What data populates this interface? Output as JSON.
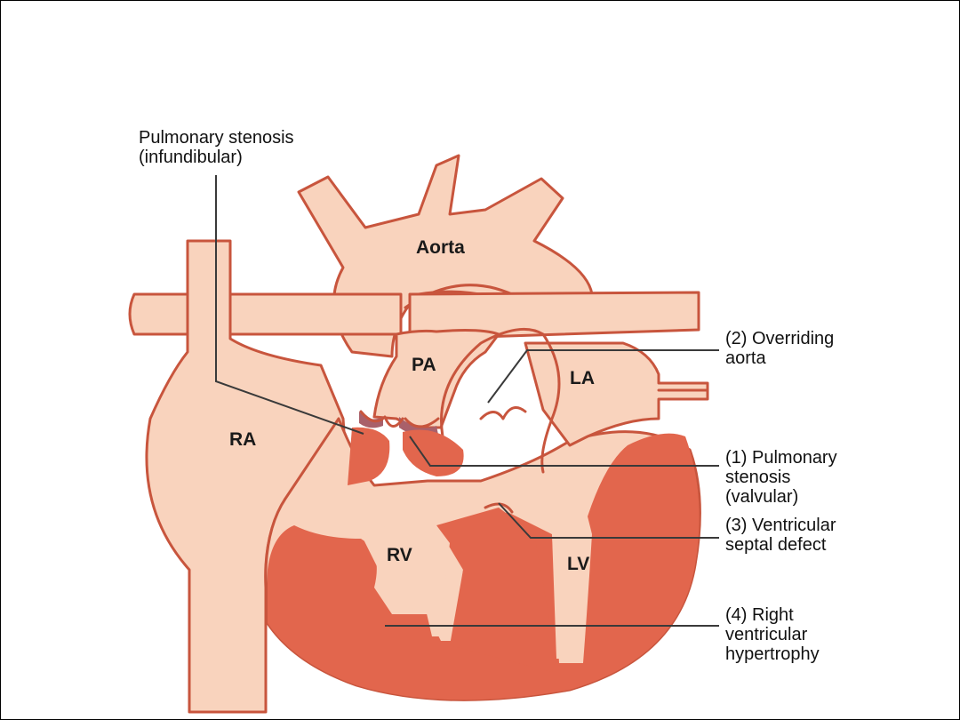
{
  "colors": {
    "tissue_light": "#f9d3bd",
    "tissue_dark": "#e2664d",
    "outline": "#c8553d",
    "valve": "#a9606a",
    "leader": "#3a3a3a",
    "text": "#111111"
  },
  "chambers": {
    "aorta": "Aorta",
    "pa": "PA",
    "la": "LA",
    "ra": "RA",
    "rv": "RV",
    "lv": "LV"
  },
  "callouts": {
    "infundibular": [
      "Pulmonary stenosis",
      "(infundibular)"
    ],
    "overriding": [
      "(2) Overriding",
      "aorta"
    ],
    "valvular": [
      "(1) Pulmonary",
      "stenosis",
      "(valvular)"
    ],
    "vsd": [
      "(3) Ventricular",
      "septal defect"
    ],
    "rvh": [
      "(4) Right",
      "ventricular",
      "hypertrophy"
    ]
  }
}
